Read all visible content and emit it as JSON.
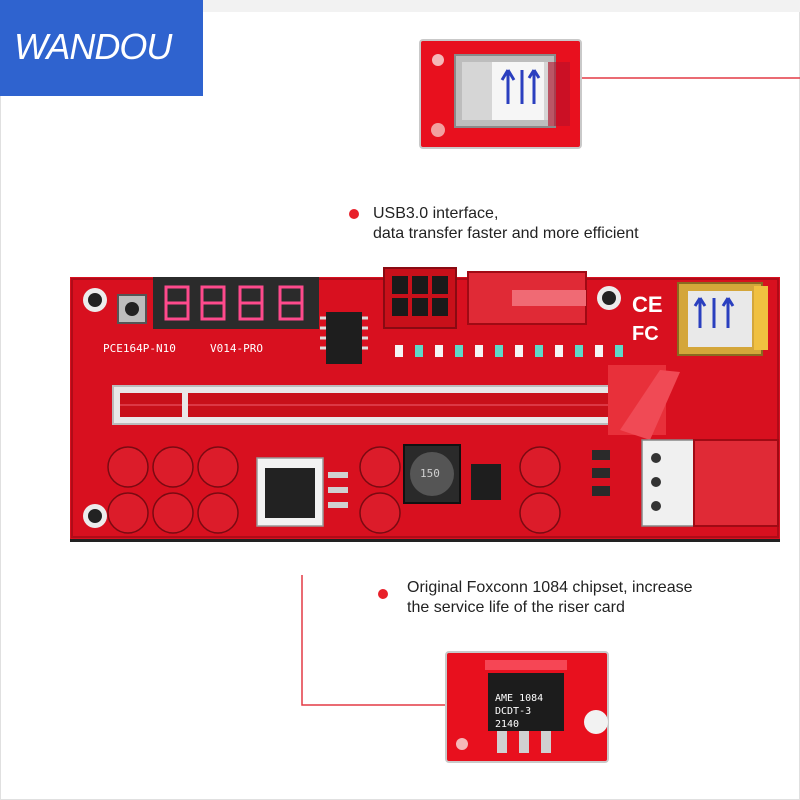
{
  "brand": {
    "name": "WANDOU"
  },
  "callouts": [
    {
      "line1": "USB3.0 interface,",
      "line2": "data transfer faster and more efficient"
    },
    {
      "line1": "Original Foxconn 1084 chipset, increase",
      "line2": "the service life of the riser card"
    }
  ],
  "board": {
    "model_label": "PCE164P-N10",
    "version_label": "V014-PRO",
    "inductor_label": "150"
  },
  "chip": {
    "line1": "AME 1084",
    "line2": "DCDT-3",
    "line3": "2140"
  },
  "colors": {
    "accent": "#2f63cf",
    "pcb_red": "#d8101f",
    "bullet_red": "#e8202a"
  }
}
